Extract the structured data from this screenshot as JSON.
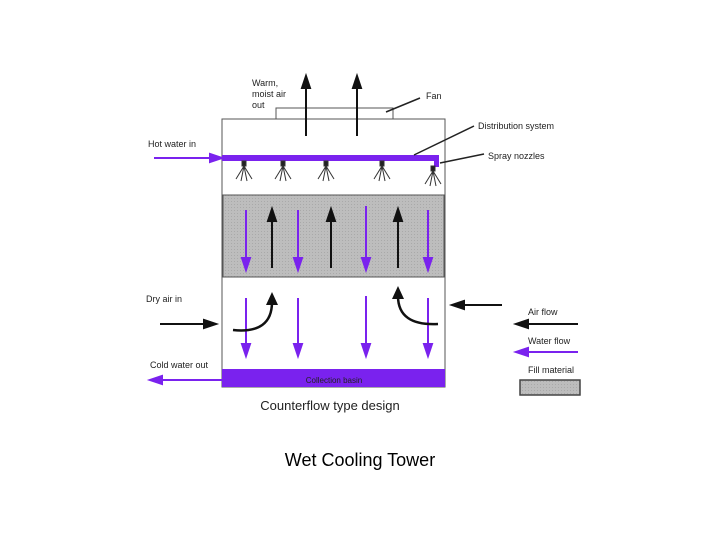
{
  "labels": {
    "warm_air_out": [
      "Warm,",
      "moist air",
      "out"
    ],
    "fan": "Fan",
    "distribution_system": "Distribution system",
    "spray_nozzles": "Spray nozzles",
    "hot_water_in": "Hot water in",
    "dry_air_in": "Dry air in",
    "cold_water_out": "Cold water out",
    "collection_basin": "Collection basin",
    "design_caption": "Counterflow type design"
  },
  "legend": {
    "air_flow": "Air flow",
    "water_flow": "Water flow",
    "fill_material": "Fill material"
  },
  "caption": "Wet Cooling Tower",
  "colors": {
    "water": "#7a22ee",
    "air": "#111111",
    "fill": "#b8b8b8",
    "basin": "#7a22ee"
  }
}
